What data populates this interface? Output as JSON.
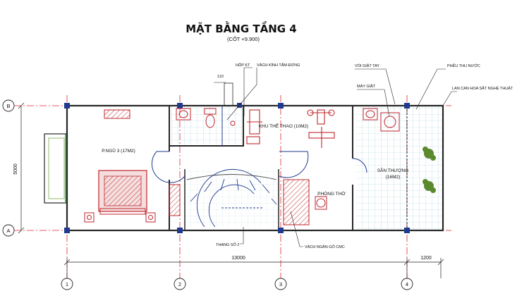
{
  "title": "MẶT BẰNG TẦNG 4",
  "subtitle": "(CỐT +9.900)",
  "rooms": {
    "bedroom": "P.NGỦ 3 (17M2)",
    "gym": "KHU THỂ THAO (10M2)",
    "terrace_name": "SÂN THƯỢNG",
    "terrace_area": "(16M2)",
    "worship": "PHÒNG THỜ"
  },
  "callouts": {
    "hop_kt": "HỘP KT",
    "glass_partition": "VÁCH KÍNH TẤM ĐỨNG",
    "faucet": "VÒI GIẶT TAY",
    "drain": "PHỄU THU NƯỚC",
    "washing_machine": "MÁY GIẶT",
    "railing": "LAN CAN HOA SẮT NGHỆ THUẬT",
    "stair": "THANG SỐ 2",
    "wood_partition": "VÁCH NGĂN GỖ CMC",
    "shaft_dim": "110"
  },
  "grid_axes": {
    "vertical": [
      "1",
      "2",
      "3",
      "4"
    ],
    "horizontal": [
      "B",
      "A"
    ]
  },
  "dimensions": {
    "total_length": "13000",
    "balcony": "1200",
    "depth": "5000"
  },
  "colors": {
    "wall": "#262626",
    "column": "#1f3a8f",
    "grid_line": "#e0262f",
    "tile": "#9ec8d6",
    "furniture": "#c0262c",
    "dimension": "#222222"
  }
}
